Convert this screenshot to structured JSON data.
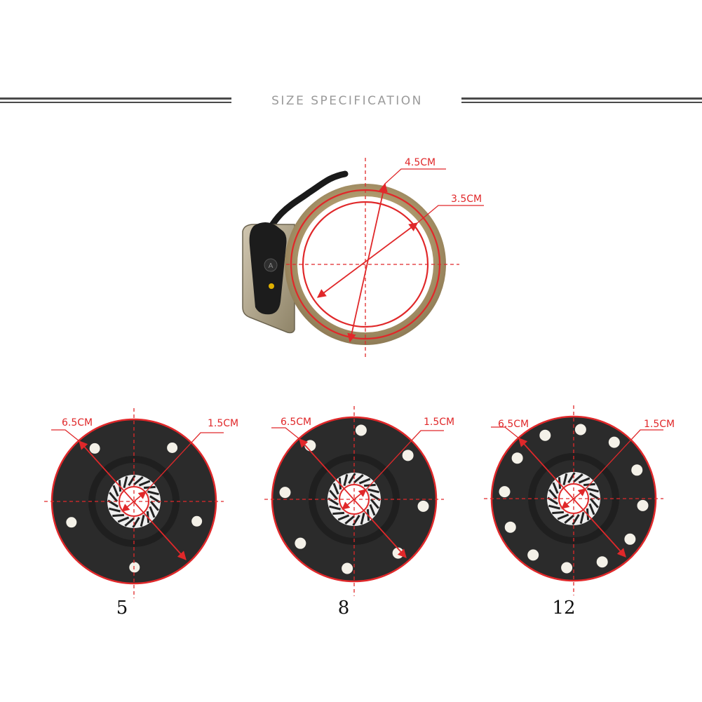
{
  "header": {
    "title": "SIZE SPECIFICATION"
  },
  "sensor": {
    "outer_diameter": "4.5CM",
    "inner_diameter": "3.5CM"
  },
  "discs": [
    {
      "count": "5",
      "outer_diameter": "6.5CM",
      "hole_diameter": "1.5CM",
      "magnets": 5
    },
    {
      "count": "8",
      "outer_diameter": "6.5CM",
      "hole_diameter": "1.5CM",
      "magnets": 8
    },
    {
      "count": "12",
      "outer_diameter": "6.5CM",
      "hole_diameter": "1.5CM",
      "magnets": 12
    }
  ],
  "colors": {
    "dimension": "#e0282a",
    "disc": "#2b2b2b",
    "ring": "#b8a070",
    "rule": "#4a4a4a"
  }
}
